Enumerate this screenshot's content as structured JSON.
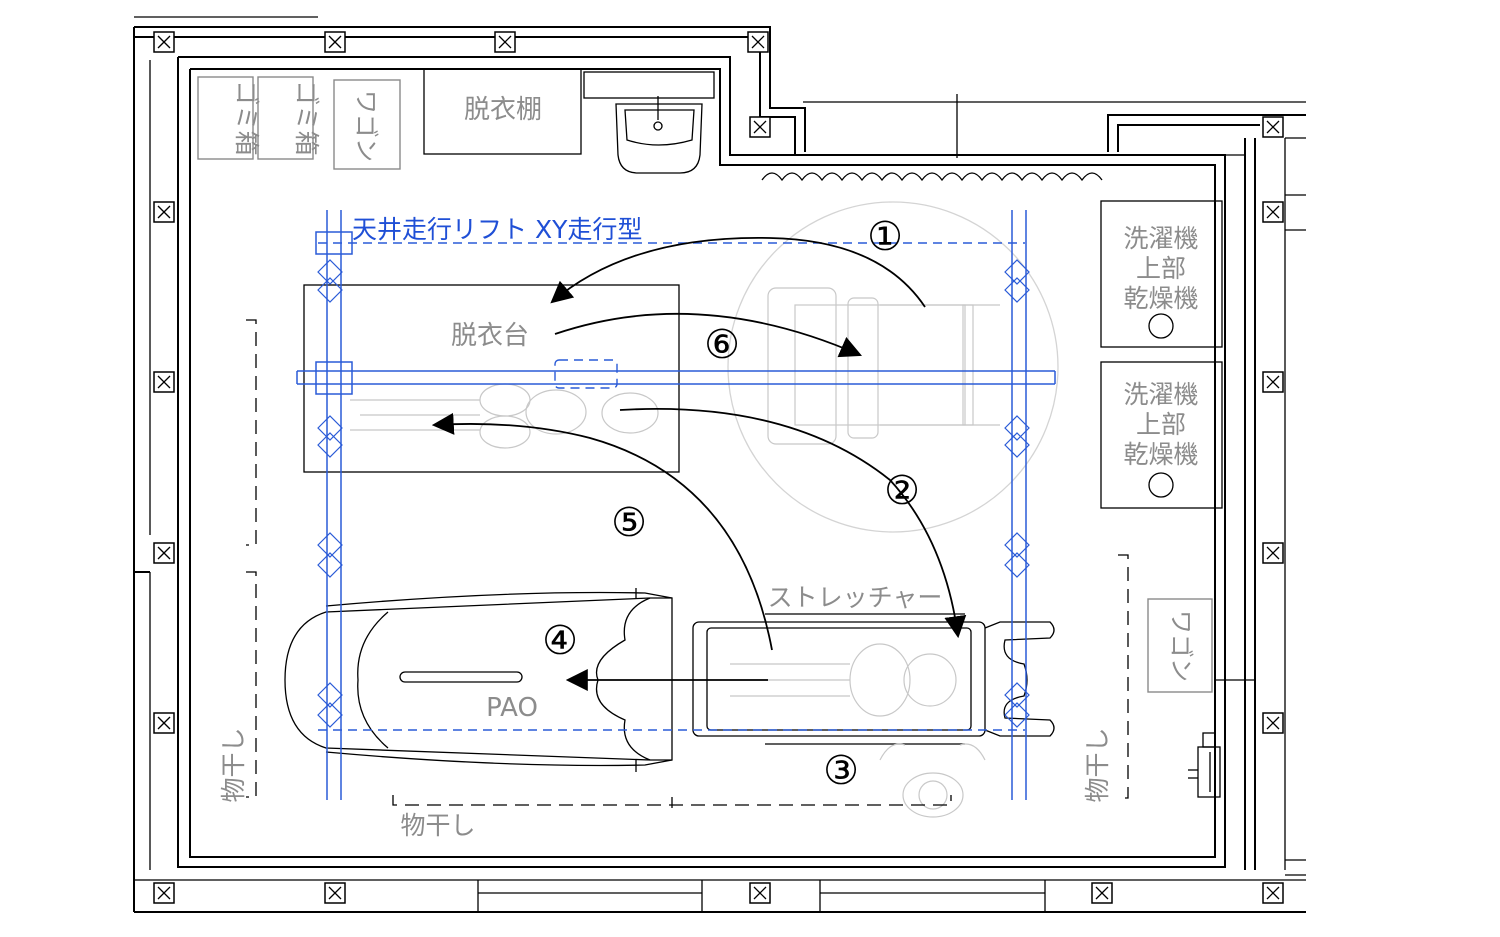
{
  "plan": {
    "lift_label": "天井走行リフト XY走行型",
    "trash_box_1": "ゴミ箱",
    "trash_box_2": "ゴミ箱",
    "wagon_top": "ワゴン",
    "wagon_right": "ワゴン",
    "undress_shelf": "脱衣棚",
    "undress_table": "脱衣台",
    "stretcher": "ストレッチャー",
    "pao": "PAO",
    "washer_dryer_1": [
      "洗濯機",
      "上部",
      "乾燥機"
    ],
    "washer_dryer_2": [
      "洗濯機",
      "上部",
      "乾燥機"
    ],
    "drying_rack_left": "物干し",
    "drying_rack_bottom": "物干し",
    "drying_rack_right": "物干し"
  },
  "steps": [
    "①",
    "②",
    "③",
    "④",
    "⑤",
    "⑥"
  ],
  "colors": {
    "lift": "#2a5bd7",
    "label_gray": "#8c8c8c",
    "line": "#000000"
  }
}
